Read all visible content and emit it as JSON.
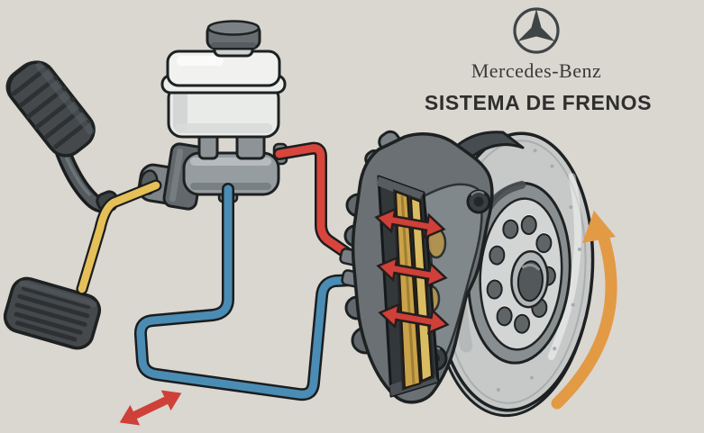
{
  "header": {
    "brand": "Mercedes-Benz",
    "title": "SISTEMA DE FRENOS"
  },
  "diagram": {
    "type": "technical-illustration",
    "subject": "hydraulic disc brake system",
    "parts": [
      {
        "name": "brake-pedal",
        "icon": "pedal-icon"
      },
      {
        "name": "pedal-pad-lower",
        "icon": "pedal-icon"
      },
      {
        "name": "pushrod",
        "color_key": "pushrod_yellow"
      },
      {
        "name": "master-cylinder",
        "color_key": "metal_gray"
      },
      {
        "name": "fluid-reservoir",
        "color_key": "reservoir_white"
      },
      {
        "name": "reservoir-cap",
        "color_key": "dark_gray"
      },
      {
        "name": "brake-line-pressure",
        "color_key": "line_red"
      },
      {
        "name": "brake-line-return",
        "color_key": "line_blue"
      },
      {
        "name": "brake-caliper",
        "color_key": "caliper_gray"
      },
      {
        "name": "brake-pads",
        "color_key": "pad_gold"
      },
      {
        "name": "brake-disc-rotor",
        "color_key": "rotor_gray"
      },
      {
        "name": "wheel-hub",
        "color_key": "hub_face"
      },
      {
        "name": "pad-clamp-arrows",
        "count": 3,
        "style": "double-headed",
        "color_key": "arrow_red"
      },
      {
        "name": "pedal-motion-arrow",
        "count": 1,
        "style": "double-headed",
        "color_key": "arrow_red"
      },
      {
        "name": "disc-rotation-arrow",
        "count": 1,
        "style": "curved",
        "color_key": "arrow_orange"
      }
    ]
  },
  "colors": {
    "background": "#dad6d0",
    "outline": "#1d2121",
    "line_red": "#d8453c",
    "line_blue": "#4b8cb4",
    "pushrod_yellow": "#e5c058",
    "arrow_red": "#ce4038",
    "arrow_orange": "#e39a44",
    "pad_gold": "#c9a24a",
    "pad_gold_light": "#d9bc62",
    "caliper_gray": "#6a7073",
    "caliper_light": "#838a8e",
    "rotor_gray": "#c7c9c9",
    "rotor_rim": "#b9bcbc",
    "hub_ring": "#898e90",
    "hub_face": "#d3d5d5",
    "reservoir_white": "#eef0ee",
    "metal_gray": "#969da1",
    "dark_gray": "#45494c",
    "logo_dark": "#3f4546",
    "title_text": "#2f2f2d"
  }
}
